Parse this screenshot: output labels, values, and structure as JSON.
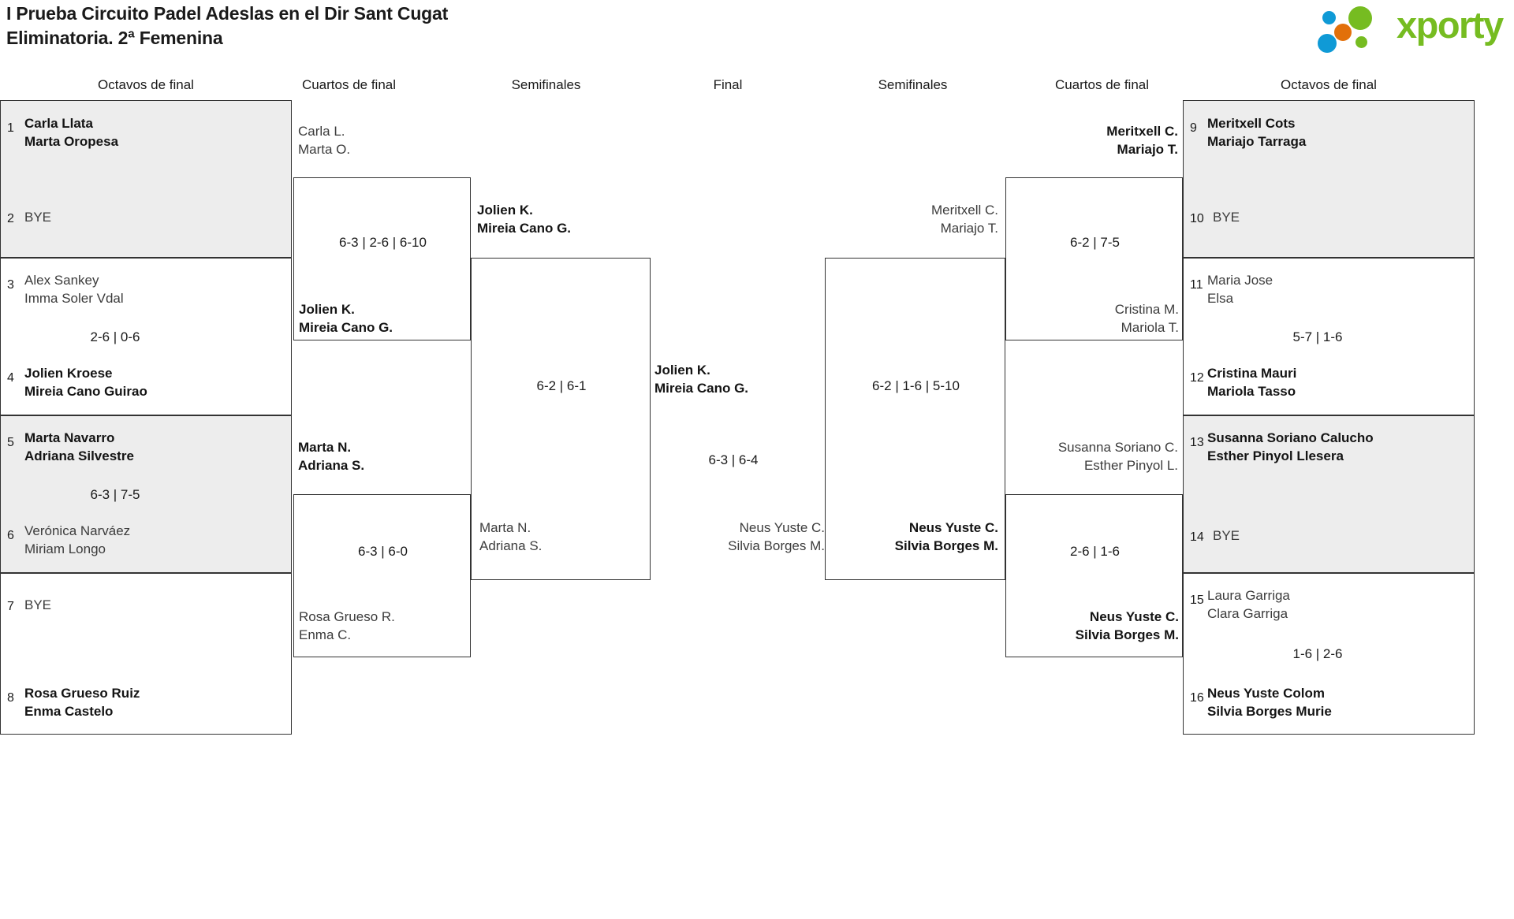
{
  "header": {
    "title_line1": "I Prueba Circuito Padel Adeslas en el Dir Sant Cugat",
    "title_line2": "Eliminatoria. 2ª Femenina",
    "logo_text": "xporty",
    "logo_colors": {
      "green": "#76bc21",
      "blue": "#0f9ad6",
      "orange": "#e2700a"
    }
  },
  "round_headers": {
    "left_r16": "Octavos de final",
    "left_qf": "Cuartos de final",
    "left_sf": "Semifinales",
    "final": "Final",
    "right_sf": "Semifinales",
    "right_qf": "Cuartos de final",
    "right_r16": "Octavos de final"
  },
  "bracket": {
    "left_r16": [
      {
        "shaded": true,
        "top": {
          "seed": "1",
          "names": [
            "Carla Llata",
            "Marta Oropesa"
          ],
          "winner": true
        },
        "bottom": {
          "seed": "2",
          "names": [
            "BYE"
          ],
          "winner": false
        },
        "score": ""
      },
      {
        "shaded": false,
        "top": {
          "seed": "3",
          "names": [
            "Alex Sankey",
            "Imma Soler Vdal"
          ],
          "winner": false
        },
        "bottom": {
          "seed": "4",
          "names": [
            "Jolien Kroese",
            "Mireia Cano Guirao"
          ],
          "winner": true
        },
        "score": "2-6 | 0-6"
      },
      {
        "shaded": true,
        "top": {
          "seed": "5",
          "names": [
            "Marta Navarro",
            "Adriana Silvestre"
          ],
          "winner": true
        },
        "bottom": {
          "seed": "6",
          "names": [
            "Verónica Narváez",
            "Miriam Longo"
          ],
          "winner": false
        },
        "score": "6-3 | 7-5"
      },
      {
        "shaded": false,
        "top": {
          "seed": "7",
          "names": [
            "BYE"
          ],
          "winner": false
        },
        "bottom": {
          "seed": "8",
          "names": [
            "Rosa Grueso Ruiz",
            "Enma Castelo"
          ],
          "winner": true
        },
        "score": ""
      }
    ],
    "left_qf": [
      {
        "top": {
          "names": [
            "Carla L.",
            "Marta O."
          ],
          "winner": false
        },
        "bottom": {
          "names": [
            "Jolien K.",
            "Mireia Cano G."
          ],
          "winner": true
        },
        "score": "6-3 | 2-6 | 6-10"
      },
      {
        "top": {
          "names": [
            "Marta N.",
            "Adriana S."
          ],
          "winner": true
        },
        "bottom": {
          "names": [
            "Rosa Grueso R.",
            "Enma C."
          ],
          "winner": false
        },
        "score": "6-3 | 6-0"
      }
    ],
    "left_sf": [
      {
        "top": {
          "names": [
            "Jolien K.",
            "Mireia Cano G."
          ],
          "winner": true
        },
        "bottom": {
          "names": [
            "Marta N.",
            "Adriana S."
          ],
          "winner": false
        },
        "score": "6-2 | 6-1"
      }
    ],
    "final": {
      "top": {
        "names": [
          "Jolien K.",
          "Mireia Cano G."
        ],
        "winner": true
      },
      "bottom": {
        "names": [
          "Neus Yuste C.",
          "Silvia Borges M."
        ],
        "winner": false
      },
      "score": "6-3 | 6-4"
    },
    "right_sf": [
      {
        "top": {
          "names": [
            "Meritxell C.",
            "Mariajo T."
          ],
          "winner": false
        },
        "bottom": {
          "names": [
            "Neus Yuste C.",
            "Silvia Borges M."
          ],
          "winner": true
        },
        "score": "6-2 | 1-6 | 5-10"
      }
    ],
    "right_qf": [
      {
        "top": {
          "names": [
            "Meritxell C.",
            "Mariajo T."
          ],
          "winner": true
        },
        "bottom": {
          "names": [
            "Cristina M.",
            "Mariola T."
          ],
          "winner": false
        },
        "score": "6-2 | 7-5"
      },
      {
        "top": {
          "names": [
            "Susanna Soriano C.",
            "Esther Pinyol L."
          ],
          "winner": false
        },
        "bottom": {
          "names": [
            "Neus Yuste C.",
            "Silvia Borges M."
          ],
          "winner": true
        },
        "score": "2-6 | 1-6"
      }
    ],
    "right_r16": [
      {
        "shaded": true,
        "top": {
          "seed": "9",
          "names": [
            "Meritxell Cots",
            "Mariajo Tarraga"
          ],
          "winner": true
        },
        "bottom": {
          "seed": "10",
          "names": [
            "BYE"
          ],
          "winner": false
        },
        "score": ""
      },
      {
        "shaded": false,
        "top": {
          "seed": "11",
          "names": [
            "Maria Jose",
            "Elsa"
          ],
          "winner": false
        },
        "bottom": {
          "seed": "12",
          "names": [
            "Cristina Mauri",
            "Mariola Tasso"
          ],
          "winner": true
        },
        "score": "5-7 | 1-6"
      },
      {
        "shaded": true,
        "top": {
          "seed": "13",
          "names": [
            "Susanna Soriano Calucho",
            "Esther Pinyol Llesera"
          ],
          "winner": true
        },
        "bottom": {
          "seed": "14",
          "names": [
            "BYE"
          ],
          "winner": false
        },
        "score": ""
      },
      {
        "shaded": false,
        "top": {
          "seed": "15",
          "names": [
            "Laura Garriga",
            "Clara Garriga"
          ],
          "winner": false
        },
        "bottom": {
          "seed": "16",
          "names": [
            "Neus Yuste Colom",
            "Silvia Borges Murie"
          ],
          "winner": true
        },
        "score": "1-6 | 2-6"
      }
    ]
  }
}
